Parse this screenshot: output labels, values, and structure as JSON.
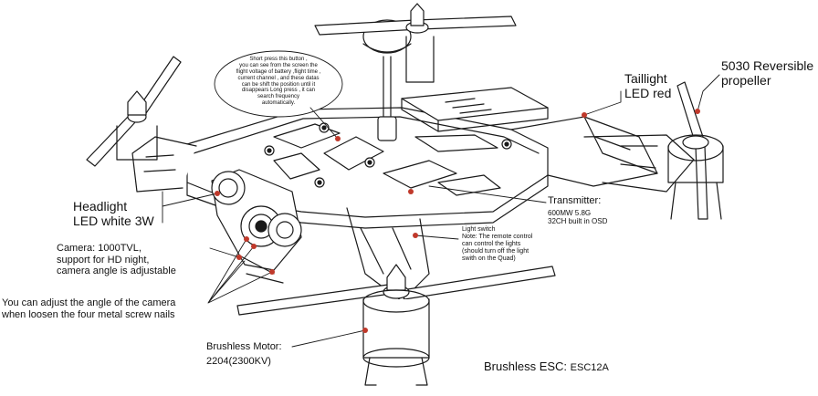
{
  "callouts": {
    "button": "Short press this button ,\nyou can see from the screen the\nflight voltage of battery ,flight time ,\ncurrent channel , and these datas\ncan be shift the position until it\ndisappears Long press , it can\nsearch frequency\nautomatically.",
    "taillight": "Taillight\nLED red",
    "propeller": "5030 Reversible\npropeller",
    "headlight": "Headlight\nLED white 3W",
    "transmitter_title": "Transmitter:",
    "transmitter_detail": "600MW 5.8G\n32CH built in OSD",
    "light_switch": "Light switch\nNote: The remote control\ncan control the lights\n(should turn off the light\nswith on the Quad)",
    "camera": "Camera: 1000TVL,\nsupport for HD night,\ncamera angle is adjustable",
    "camera_adjust": "You can adjust the angle of the camera\nwhen loosen the four metal screw nails",
    "motor_title": "Brushless Motor:",
    "motor_detail": "2204(2300KV)",
    "esc_label": "Brushless ESC: ",
    "esc_model": "ESC12A"
  },
  "colors": {
    "line": "#1a1a1a",
    "marker": "#c0392b",
    "background": "#ffffff"
  }
}
